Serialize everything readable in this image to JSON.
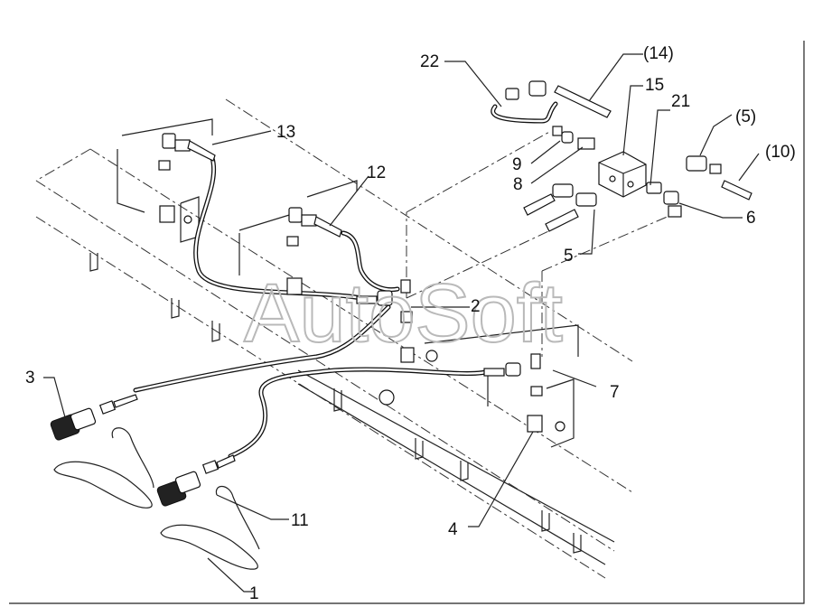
{
  "watermark": "AutoSoft",
  "callouts": [
    {
      "id": "c1",
      "text": "1"
    },
    {
      "id": "c2",
      "text": "2"
    },
    {
      "id": "c3",
      "text": "3"
    },
    {
      "id": "c4",
      "text": "4"
    },
    {
      "id": "c5",
      "text": "5"
    },
    {
      "id": "c6",
      "text": "6"
    },
    {
      "id": "c7",
      "text": "7"
    },
    {
      "id": "c8",
      "text": "8"
    },
    {
      "id": "c9",
      "text": "9"
    },
    {
      "id": "c11",
      "text": "11"
    },
    {
      "id": "c12",
      "text": "12"
    },
    {
      "id": "c13",
      "text": "13"
    },
    {
      "id": "c14",
      "text": "(14)"
    },
    {
      "id": "c15",
      "text": "15"
    },
    {
      "id": "c21",
      "text": "21"
    },
    {
      "id": "c22",
      "text": "22"
    },
    {
      "id": "c5b",
      "text": "(5)"
    },
    {
      "id": "c10",
      "text": "(10)"
    }
  ],
  "colors": {
    "line": "#111111",
    "background": "#ffffff",
    "watermark": "#b9b9b9"
  }
}
